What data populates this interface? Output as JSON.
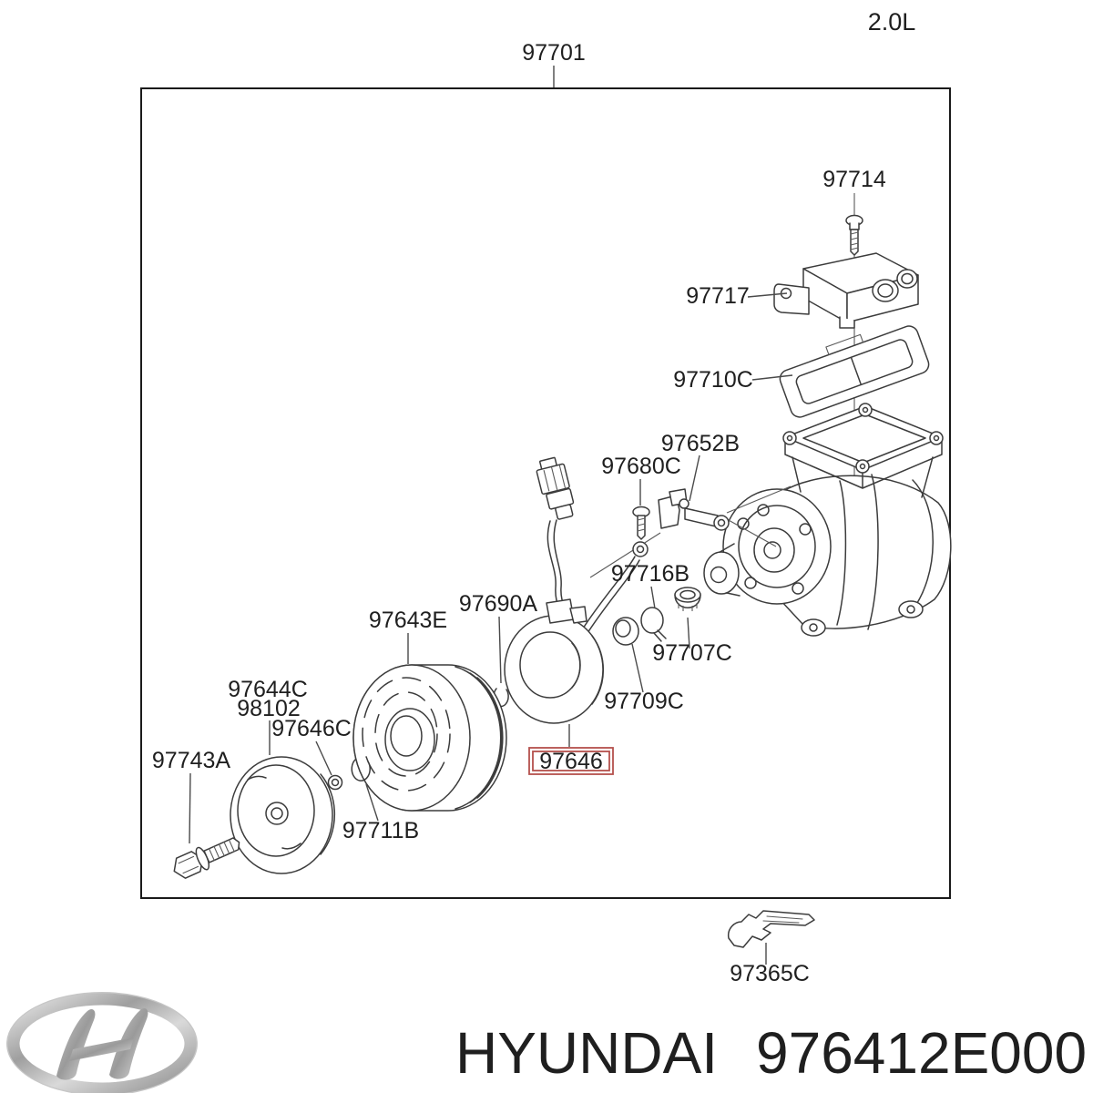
{
  "header": {
    "engine_variant": "2.0L"
  },
  "assembly": {
    "label": "97701"
  },
  "callouts": [
    {
      "id": "97714",
      "label": "97714"
    },
    {
      "id": "97717",
      "label": "97717"
    },
    {
      "id": "97710C",
      "label": "97710C"
    },
    {
      "id": "97652B",
      "label": "97652B"
    },
    {
      "id": "97680C",
      "label": "97680C"
    },
    {
      "id": "97716B",
      "label": "97716B"
    },
    {
      "id": "97707C",
      "label": "97707C"
    },
    {
      "id": "97709C",
      "label": "97709C"
    },
    {
      "id": "97690A",
      "label": "97690A"
    },
    {
      "id": "97643E",
      "label": "97643E"
    },
    {
      "id": "97644C",
      "label": "97644C"
    },
    {
      "id": "98102",
      "label": "98102"
    },
    {
      "id": "97646C",
      "label": "97646C"
    },
    {
      "id": "97743A",
      "label": "97743A"
    },
    {
      "id": "97711B",
      "label": "97711B"
    },
    {
      "id": "97365C",
      "label": "97365C"
    }
  ],
  "highlight": {
    "label": "97646",
    "box_color": "#b5504c"
  },
  "footer": {
    "brand": "HYUNDAI",
    "part_number": "976412E000"
  }
}
